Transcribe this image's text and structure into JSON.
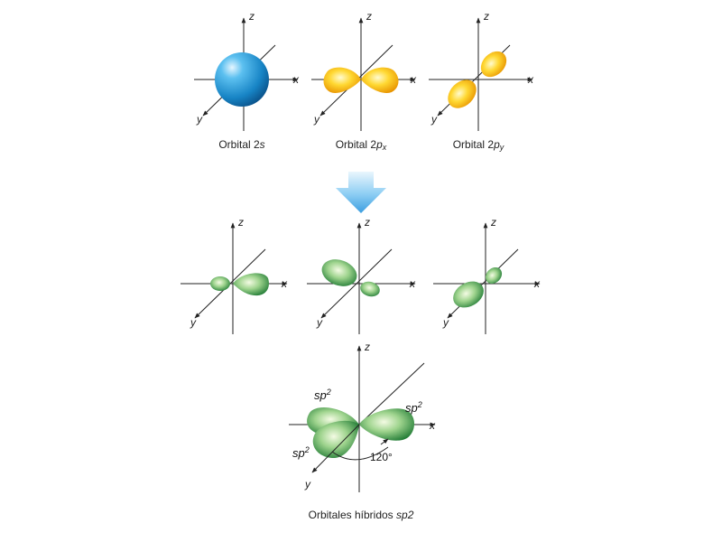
{
  "axes": {
    "z": "z",
    "x": "x",
    "y": "y"
  },
  "captions": {
    "orbital_2s": {
      "base": "Orbital 2",
      "var": "s"
    },
    "orbital_2px": {
      "base": "Orbital 2",
      "var": "p",
      "sub": "x"
    },
    "orbital_2py": {
      "base": "Orbital 2",
      "var": "p",
      "sub": "y"
    },
    "hybrid": {
      "base": "Orbitales híbridos ",
      "var": "sp2"
    }
  },
  "hybrid_labels": {
    "sp": "sp",
    "sup": "2",
    "angle": "120°"
  },
  "colors": {
    "s_orbital": "#1e8fcf",
    "p_orbital": "#f4b400",
    "hybrid_orbital": "#2e8b3c",
    "arrow": "#5bb0e6",
    "axis": "#222222"
  },
  "icons": [
    "arrow-down-icon"
  ]
}
